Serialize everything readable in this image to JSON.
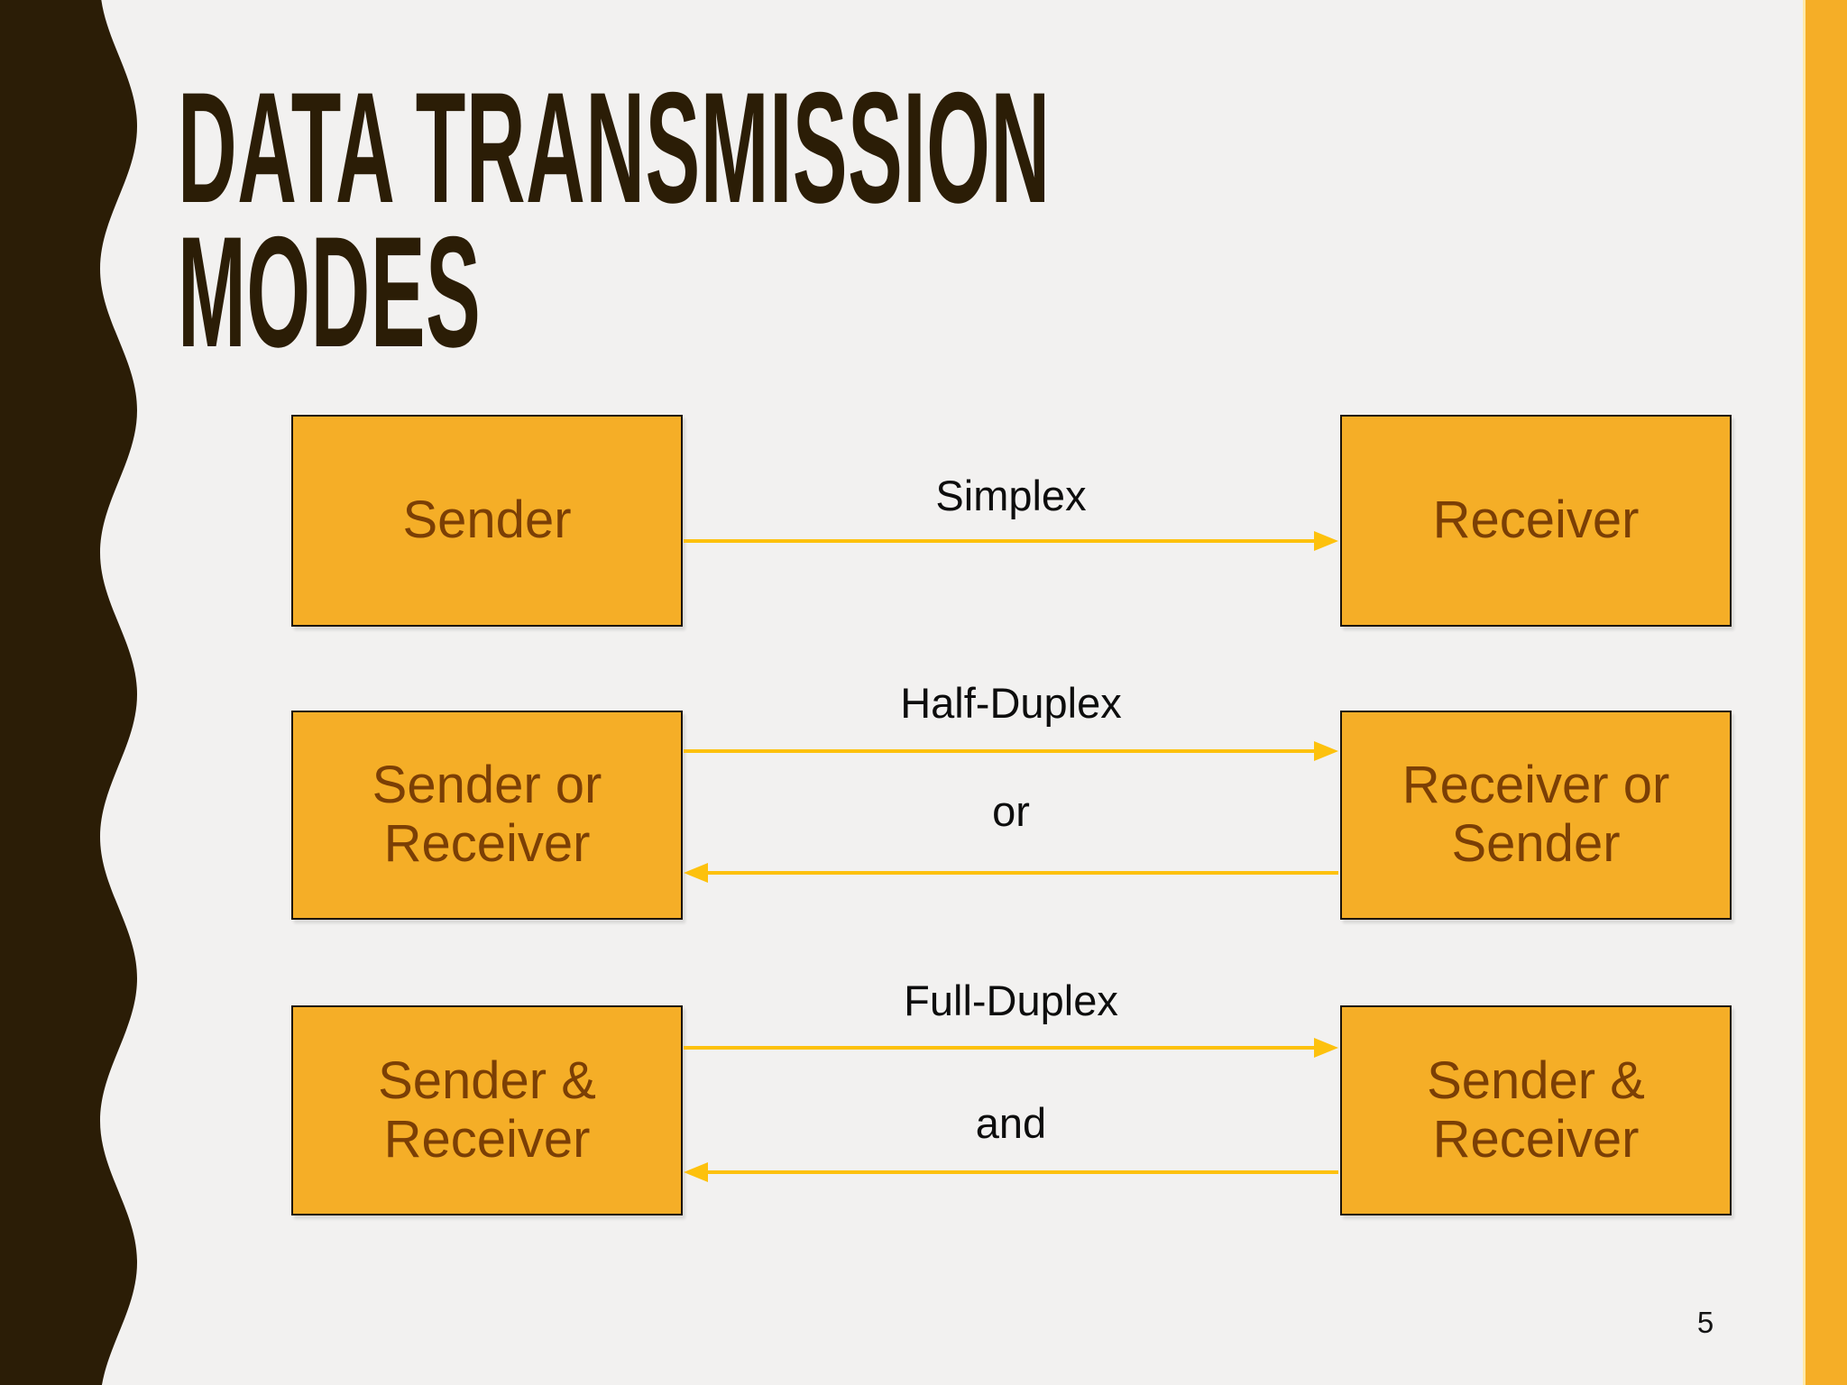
{
  "slide": {
    "title_line1": "DATA TRANSMISSION",
    "title_line2": "MODES",
    "page_number": "5"
  },
  "colors": {
    "background": "#F2F1F0",
    "side_band_dark": "#2B1D06",
    "side_bar_orange": "#F5AE27",
    "side_bar_highlight": "#FFE9A8",
    "node_fill": "#F5AE27",
    "node_border": "#1C1408",
    "node_text": "#7B3F05",
    "arrow": "#FDC10D",
    "label_text": "#0D0D0D"
  },
  "diagram": {
    "rows": [
      {
        "mode_label": "Simplex",
        "connector_label": "",
        "left_box": "Sender",
        "right_box": "Receiver",
        "direction": "one-way"
      },
      {
        "mode_label": "Half-Duplex",
        "connector_label": "or",
        "left_box": "Sender or Receiver",
        "right_box": "Receiver or Sender",
        "direction": "two-way-alternate"
      },
      {
        "mode_label": "Full-Duplex",
        "connector_label": "and",
        "left_box": "Sender & Receiver",
        "right_box": "Sender & Receiver",
        "direction": "two-way-simultaneous"
      }
    ]
  }
}
